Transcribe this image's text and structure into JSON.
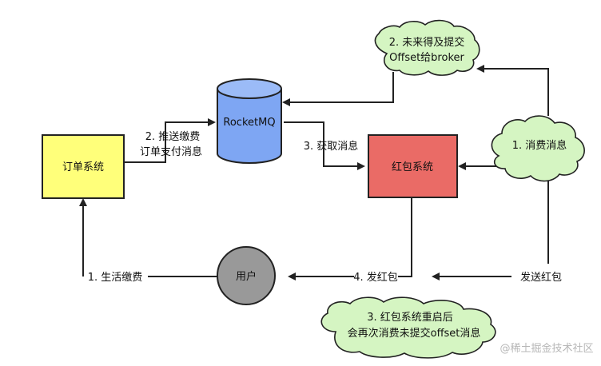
{
  "nodes": {
    "order_system": {
      "label": "订单系统",
      "fill": "#FFFF7A"
    },
    "rocketmq": {
      "label": "RocketMQ",
      "fill": "#7EA6F3"
    },
    "red_packet_system": {
      "label": "红包系统",
      "fill": "#EA6B66"
    },
    "user": {
      "label": "用户",
      "fill": "#999999"
    }
  },
  "clouds": {
    "not_commit_offset": {
      "line1": "2. 未来得及提交",
      "line2": "Offset给broker",
      "fill": "#D5F5C2"
    },
    "consume_message": {
      "label": "1. 消费消息",
      "fill": "#D5F5C2"
    },
    "restart_reconsume": {
      "line1": "3. 红包系统重启后",
      "line2": "会再次消费未提交offset消息",
      "fill": "#D5F5C2"
    }
  },
  "edge_labels": {
    "push_payment": {
      "line1": "2. 推送缴费",
      "line2": "订单支付消息"
    },
    "get_message": "3. 获取消息",
    "life_payment": "1. 生活缴费",
    "send_red_packet_4": "4. 发红包",
    "send_red_packet": "发送红包"
  },
  "watermark": "@稀土掘金技术社区"
}
